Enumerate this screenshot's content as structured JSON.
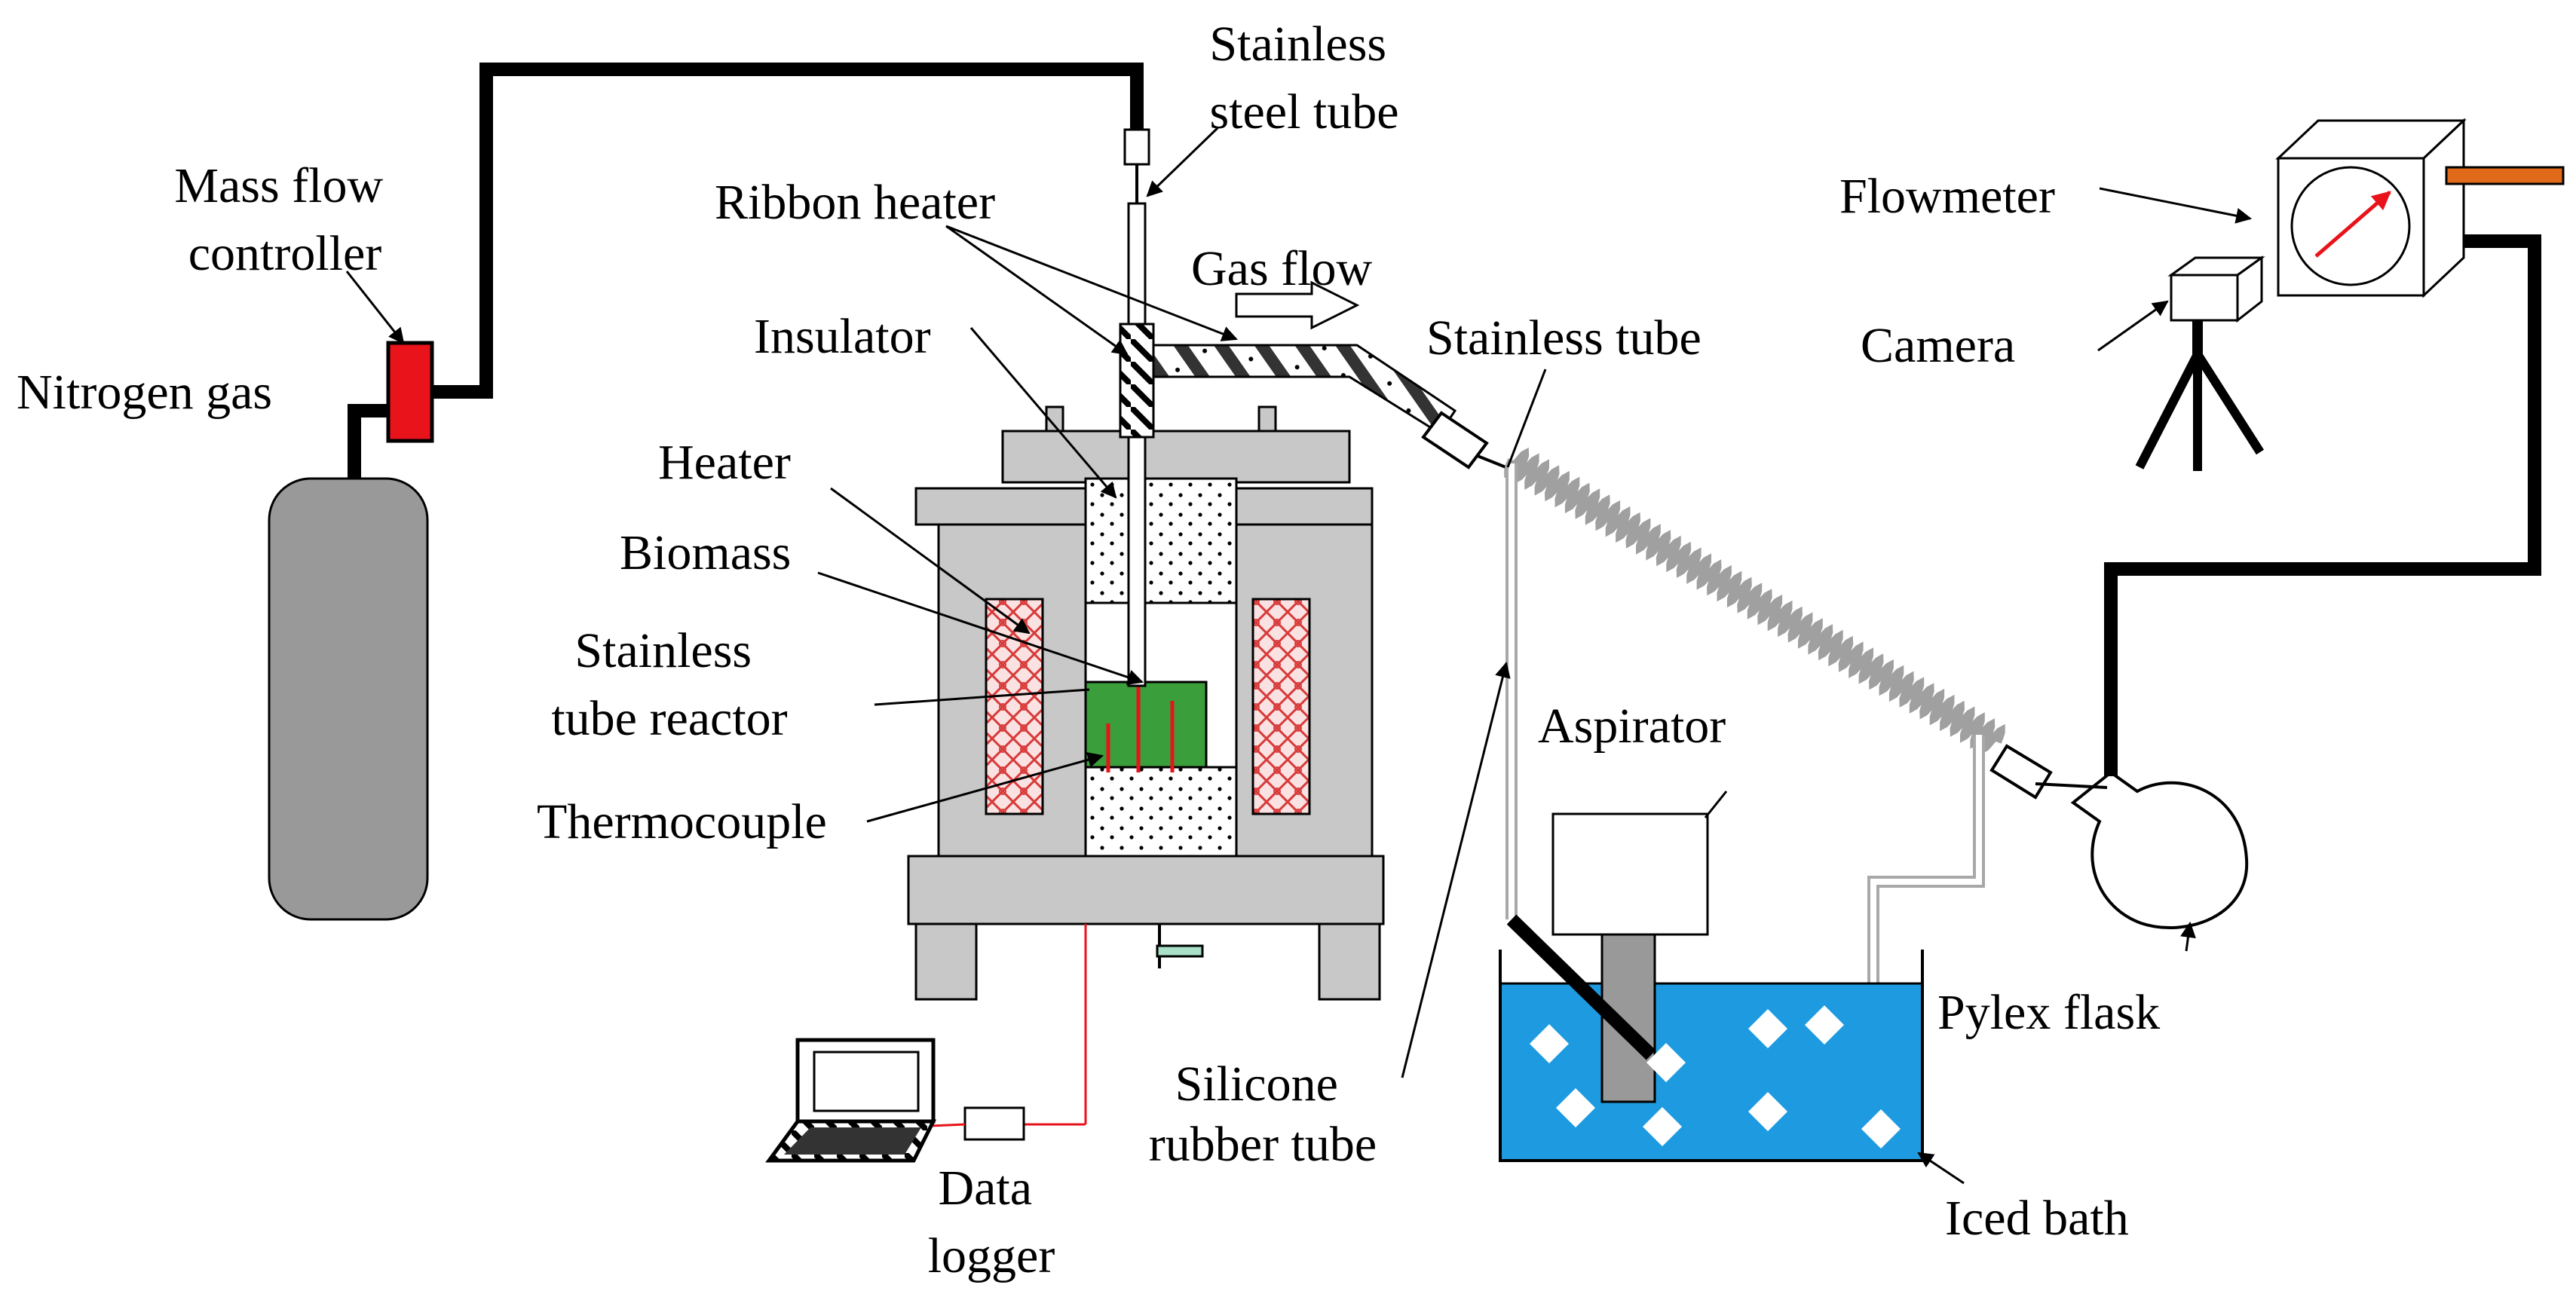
{
  "labels": {
    "stainless_steel_tube": [
      "Stainless",
      "steel tube"
    ],
    "mass_flow_controller": [
      "Mass flow",
      "controller"
    ],
    "nitrogen_gas": "Nitrogen gas",
    "ribbon_heater": "Ribbon heater",
    "gas_flow": "Gas flow",
    "insulator": "Insulator",
    "stainless_tube": "Stainless tube",
    "heater": "Heater",
    "biomass": "Biomass",
    "stainless_tube_reactor": [
      "Stainless",
      "tube reactor"
    ],
    "thermocouple": "Thermocouple",
    "flowmeter": "Flowmeter",
    "camera": "Camera",
    "aspirator": "Aspirator",
    "pylex_flask": "Pylex flask",
    "silicone_rubber_tube": [
      "Silicone",
      "rubber tube"
    ],
    "data_logger": [
      "Data",
      "logger"
    ],
    "iced_bath": "Iced bath"
  },
  "colors": {
    "gas_line": "#000000",
    "controller": "#e8131b",
    "cylinder": "#999999",
    "furnace": "#c8c8c8",
    "biomass": "#3a9e3a",
    "thermocouple_wire": "#e8131b",
    "heater_element": "#f7d4d4",
    "iced_bath": "#1e9be0",
    "flowmeter_outlet": "#e06a1a",
    "drain_valve": "#a8e0c8"
  }
}
